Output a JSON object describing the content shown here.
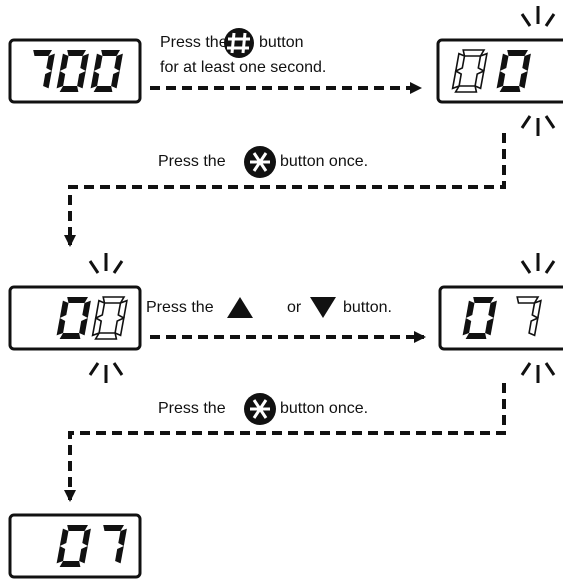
{
  "steps": {
    "step1_line1": "Press the",
    "step1_line1_after": "button",
    "step1_line2": "for at least one second.",
    "step2_before": "Press the",
    "step2_after": "button once.",
    "step3_before": "Press the",
    "step3_or": "or",
    "step3_after": "button.",
    "step4_before": "Press the",
    "step4_after": "button once."
  },
  "displays": {
    "d1": "700",
    "d2": "00",
    "d3": "00",
    "d4": "07",
    "d5": "07"
  },
  "icons": {
    "hash": "hash-button-icon",
    "star": "star-button-icon",
    "up": "up-triangle-icon",
    "down": "down-triangle-icon",
    "blink": "blink-rays-icon"
  },
  "colors": {
    "ink": "#111111",
    "background": "#ffffff"
  }
}
